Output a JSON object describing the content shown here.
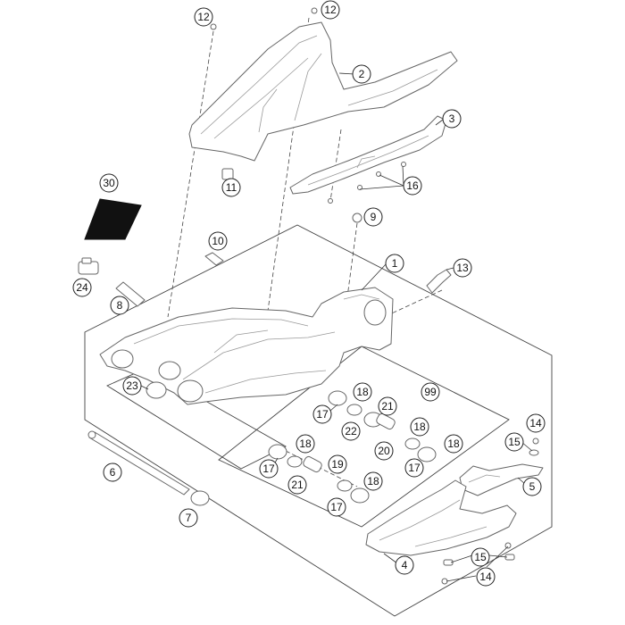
{
  "diagram": {
    "callouts": [
      "12",
      "12",
      "2",
      "3",
      "16",
      "11",
      "30",
      "9",
      "10",
      "1",
      "13",
      "24",
      "8",
      "23",
      "18",
      "21",
      "99",
      "17",
      "22",
      "14",
      "15",
      "20",
      "18",
      "6",
      "17",
      "18",
      "19",
      "5",
      "21",
      "18",
      "17",
      "7",
      "15",
      "4",
      "14",
      "18",
      "17"
    ]
  }
}
